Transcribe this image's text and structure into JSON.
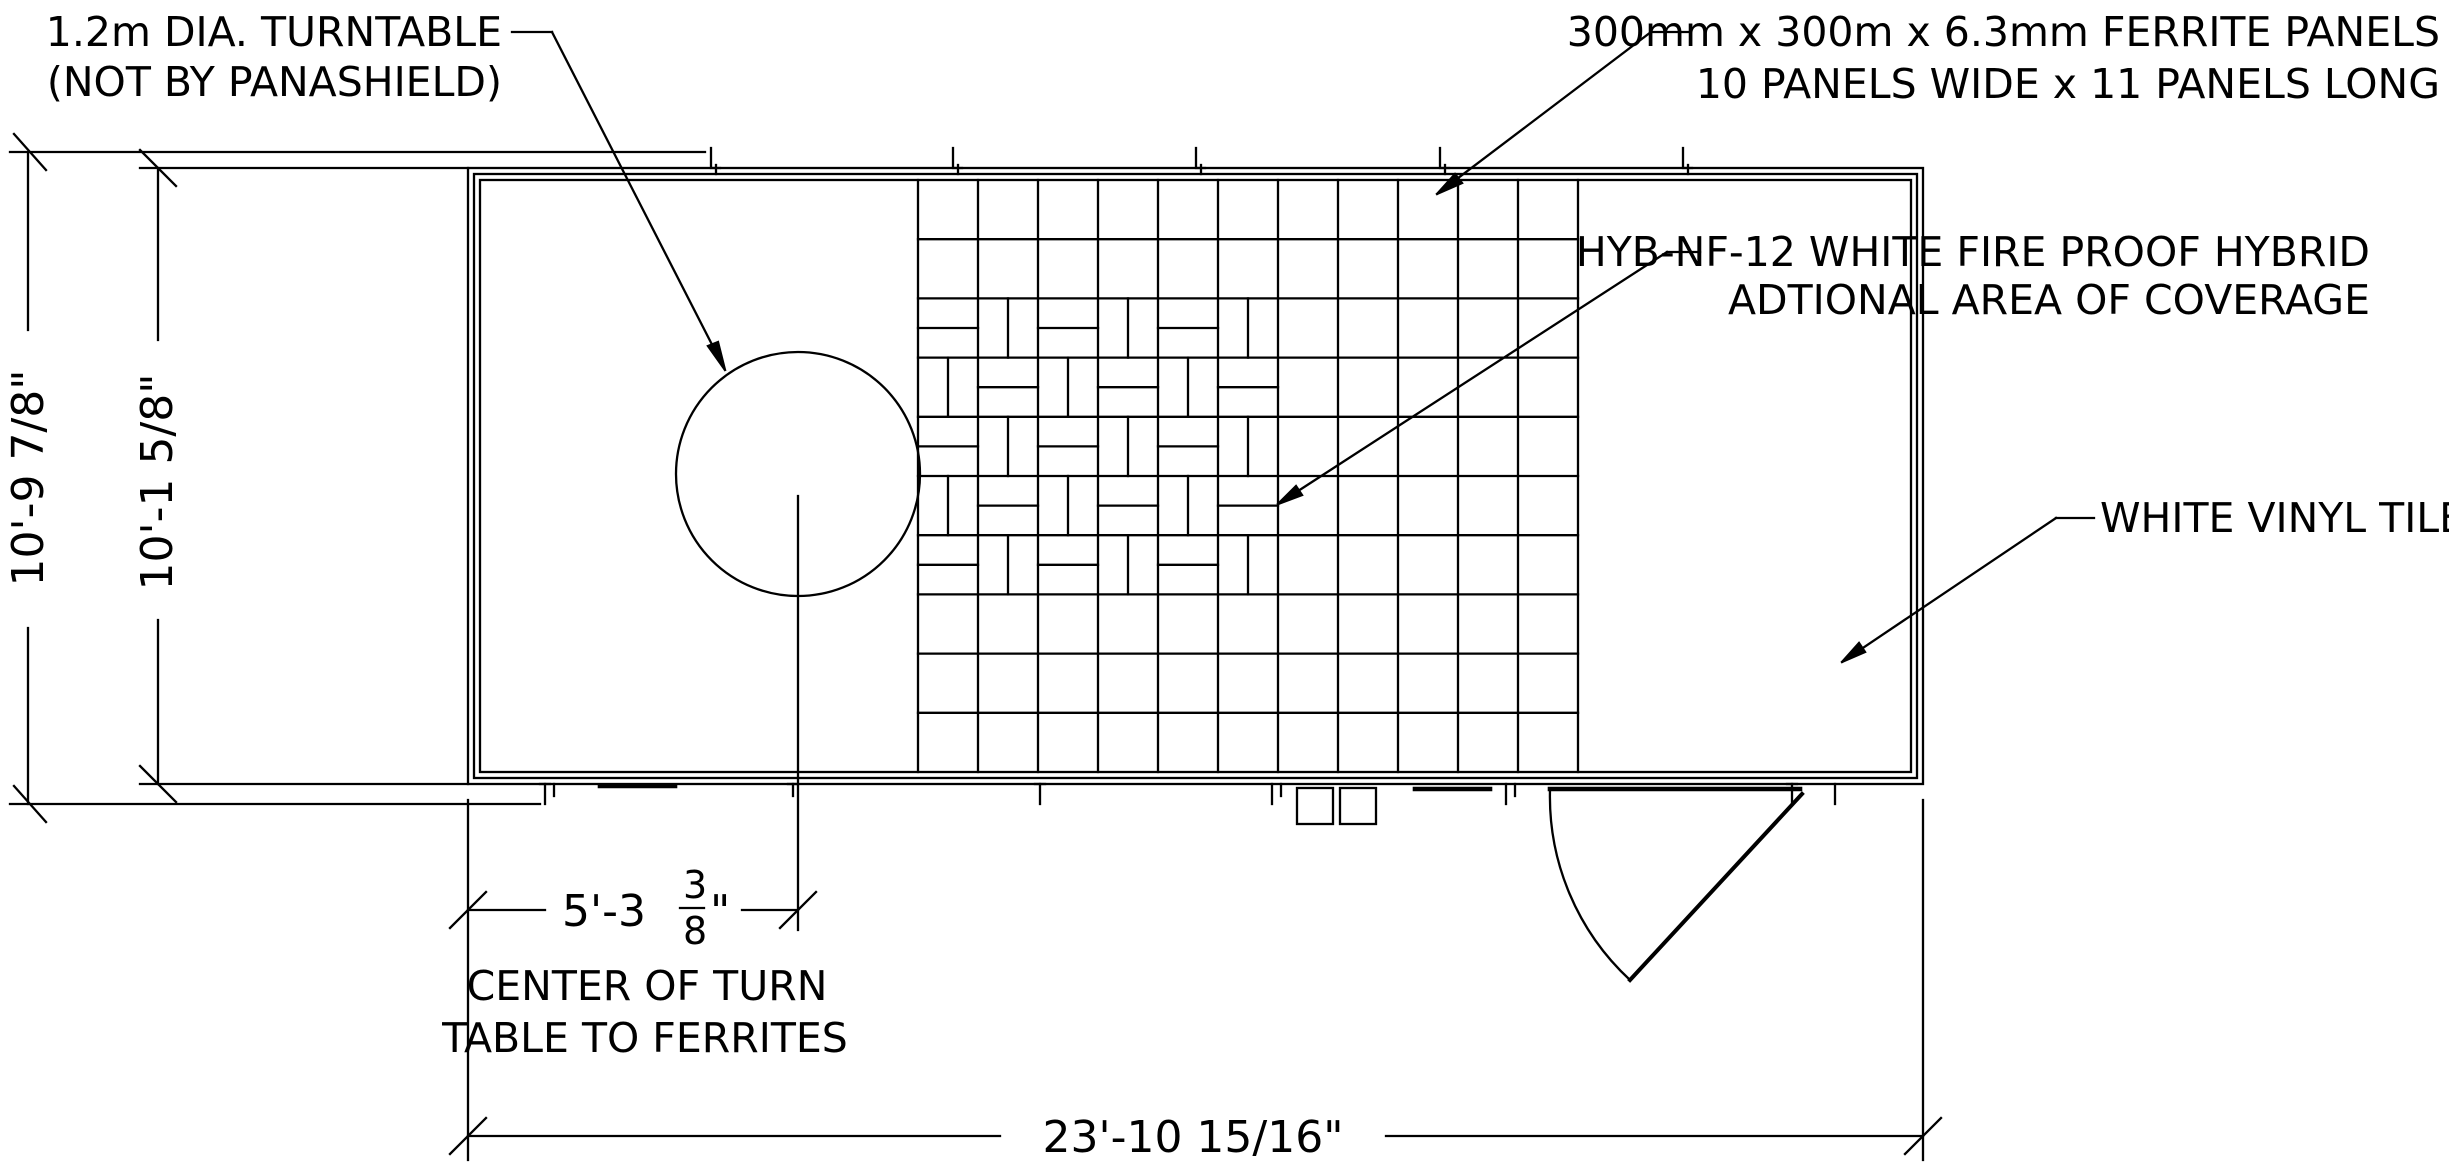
{
  "callouts": {
    "turntable_line1": "1.2m DIA. TURNTABLE",
    "turntable_line2": "(NOT BY PANASHIELD)",
    "ferrite_line1": "300mm x 300m x 6.3mm FERRITE PANELS",
    "ferrite_line2": "10 PANELS WIDE x 11 PANELS LONG",
    "hybrid_line1": "HYB-NF-12 WHITE FIRE PROOF HYBRID",
    "hybrid_line2": "ADTIONAL AREA OF COVERAGE",
    "vinyl": "WHITE VINYL TILE"
  },
  "dimensions": {
    "outer_height": "10'-9  7/8\"",
    "inner_height": "10'-1  5/8\"",
    "overall_length": "23'-10  15/16\"",
    "turntable_offset_whole": "5'-3",
    "turntable_offset_num": "3",
    "turntable_offset_den": "8",
    "turntable_offset_inch": "\"",
    "turntable_note_line1": "CENTER OF TURN",
    "turntable_note_line2": "TABLE TO FERRITES"
  },
  "ferrite_grid": {
    "panels_wide": 10,
    "panels_long": 11
  }
}
